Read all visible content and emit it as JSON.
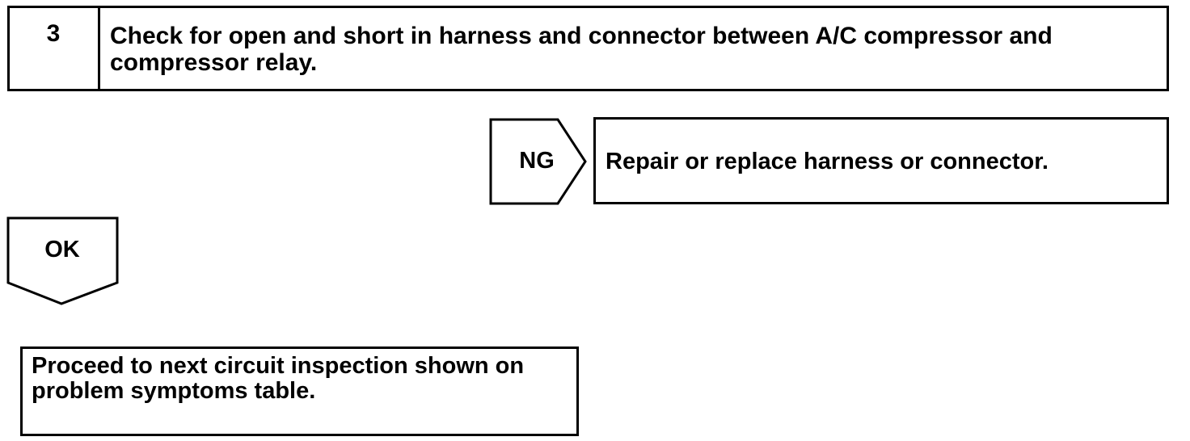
{
  "step": {
    "number": "3",
    "title": "Check for open and short in harness and connector between A/C compressor and compressor relay."
  },
  "ng_branch": {
    "label": "NG",
    "result": "Repair or replace harness or connector."
  },
  "ok_branch": {
    "label": "OK",
    "result": "Proceed to next circuit inspection shown on problem symptoms table."
  }
}
